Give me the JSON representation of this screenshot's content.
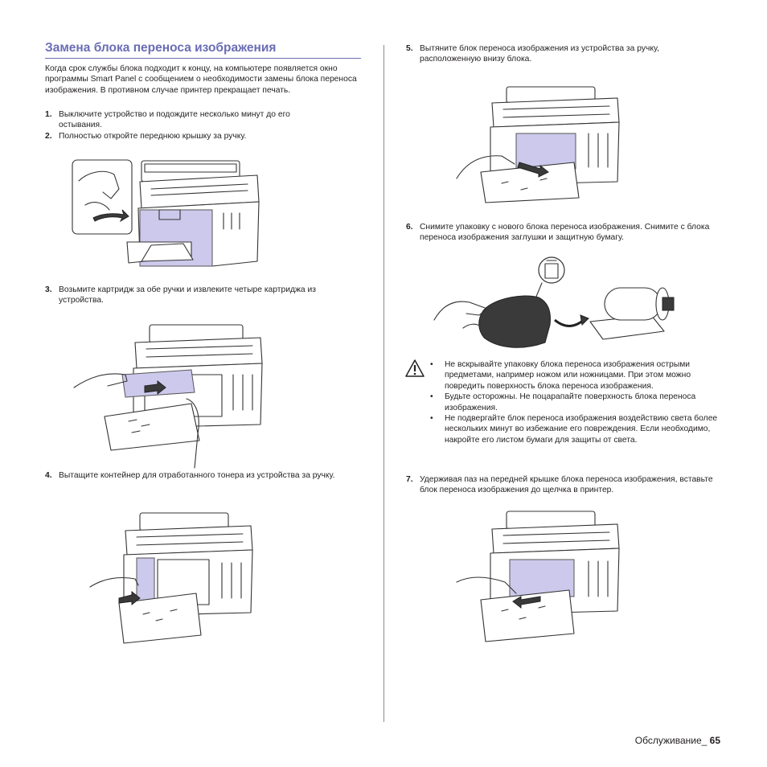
{
  "section": {
    "title": "Замена блока переноса изображения",
    "intro": "Когда срок службы блока подходит к концу, на компьютере появляется окно программы Smart Panel с сообщением о необходимости замены блока переноса изображения. В противном случае принтер прекращает печать."
  },
  "steps": [
    {
      "num": "1.",
      "text": "Выключите устройство и подождите несколько минут до его остывания."
    },
    {
      "num": "2.",
      "text": "Полностью откройте переднюю крышку за ручку."
    },
    {
      "num": "3.",
      "text": "Возьмите картридж за обе ручки и извлеките четыре картриджа из устройства."
    },
    {
      "num": "4.",
      "text": "Вытащите контейнер для отработанного тонера из устройства за ручку."
    },
    {
      "num": "5.",
      "text": "Вытяните блок переноса изображения из устройства за ручку, расположенную внизу блока."
    },
    {
      "num": "6.",
      "text": "Снимите упаковку с нового блока переноса изображения. Снимите с блока переноса изображения заглушки и защитную бумагу."
    },
    {
      "num": "7.",
      "text": "Удерживая паз на передней крышке блока переноса изображения, вставьте блок переноса изображения до щелчка в принтер."
    }
  ],
  "caution": {
    "icon": "warning-triangle-icon",
    "bullets": [
      "Не вскрывайте упаковку блока переноса изображения острыми предметами, например ножом или ножницами. При этом можно повредить поверхность блока переноса изображения.",
      "Будьте осторожны. Не поцарапайте поверхность блока переноса изображения.",
      "Не подвергайте блок переноса изображения воздействию света более нескольких минут во избежание его повреждения. Если необходимо, накройте его листом бумаги для защиты от света."
    ]
  },
  "footer": {
    "section_label": "Обслуживание_",
    "page_number": "65"
  },
  "colors": {
    "heading": "#6a6db4",
    "highlight": "#ccc9ec"
  }
}
